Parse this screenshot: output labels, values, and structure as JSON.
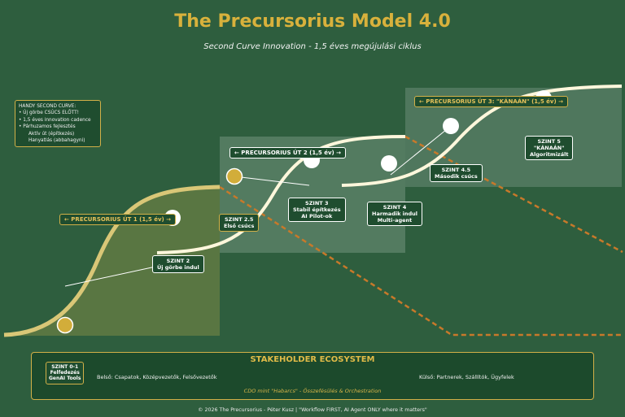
{
  "title": "The Precursorius Model 4.0",
  "subtitle": "Second Curve Innovation - 1,5 éves megújulási ciklus",
  "legend": {
    "heading": "HANDY SECOND CURVE:",
    "items": [
      "• Új görbe CSÚCS ELŐTT!",
      "• 1,5 éves innovation cadence",
      "• Párhuzamos fejlesztés",
      "Aktív út (építkezés)",
      "Hanyatlás (abbahagyni)"
    ]
  },
  "paths": {
    "ut1": "← PRECURSORIUS ÚT 1 (1,5 év) →",
    "ut2": "← PRECURSORIUS ÚT 2 (1,5 év) →",
    "ut3": "← PRECURSORIUS ÚT 3: \"KÁNAÁN\" (1,5 év) →"
  },
  "levels": {
    "szint2": "SZINT 2\nÚj görbe indul",
    "szint25": "SZINT 2.5\nElső csúcs",
    "szint3": "SZINT 3\nStabil építkezés\nAI Pilot-ok",
    "szint4": "SZINT 4\nHarmadik indul\nMulti-agent",
    "szint45": "SZINT 4.5\nMásodik csúcs",
    "szint5": "SZINT 5\n\"KÁNAÁN\"\nAlgoritmizált"
  },
  "ecosystem": {
    "title": "STAKEHOLDER ECOSYSTEM",
    "szint01": "SZINT 0-1\nFelfedezés\nGenAI Tools",
    "internal": "Belső: Csapatok, Középvezetők, Felsővezetők",
    "external": "Külső: Partnerek, Szállítók, Ügyfelek",
    "cdo": "CDO mint \"Habarcs\" - Összefésülés & Orchestration"
  },
  "footer": "© 2026 The Precursorius - Péter Kusz | \"Workflow FIRST, AI Agent ONLY where it matters\"",
  "colors": {
    "background": "#2e5e3e",
    "gold": "#d8b13c",
    "decline": "#c7792a",
    "curve": "#fff7dc"
  }
}
